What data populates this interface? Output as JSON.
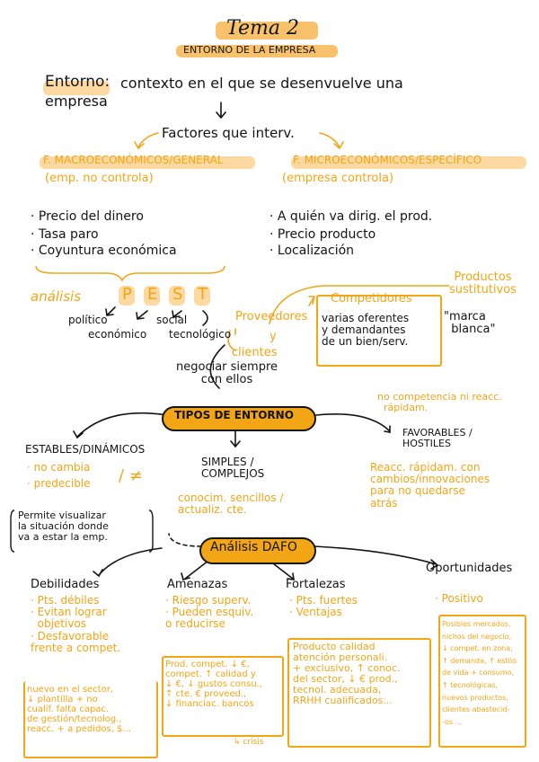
{
  "header": {
    "title": "Tema 2",
    "subtitle": "ENTORNO DE LA EMPRESA"
  },
  "definition": {
    "term": "Entorno:",
    "text": "contexto en el que se desenvuelve una",
    "text2": "empresa"
  },
  "factors": {
    "title": "Factores que interv.",
    "macro": {
      "title": "F. MACROECONÓMICOS/GENERAL",
      "sub": "(emp. no controla)",
      "items": [
        "Precio del dinero",
        "Tasa paro",
        "Coyuntura económica"
      ]
    },
    "micro": {
      "title": "F. MICROECONÓMICOS/ESPECÍFICO",
      "sub": "(empresa controla)",
      "items": [
        "A quién va dirig. el prod.",
        "Precio producto",
        "Localización"
      ]
    }
  },
  "pest": {
    "label": "análisis",
    "letters": [
      "P",
      "E",
      "S",
      "T"
    ],
    "politico": "político",
    "economico": "económico",
    "social": "social",
    "tecnologico": "tecnológico"
  },
  "micro_detail": {
    "proveedores": "Proveedores",
    "y": "y",
    "clientes": "clientes",
    "negociar": "negociar siempre\ncon ellos",
    "competidores": "Competidores",
    "competidores_text": "varias oferentes\ny demandantes\nde un bien/serv.",
    "productos": "Productos\nsustitutivos",
    "marca": "\"marca\n  blanca\""
  },
  "tipos": {
    "title": "TIPOS DE ENTORNO",
    "estables": "ESTABLES/DINÁMICOS",
    "estables_items": [
      "· no cambia",
      "· predecible"
    ],
    "neq": "/ ≠",
    "simples": "SIMPLES /\nCOMPLEJOS",
    "simples_text": "conocim. sencillos /\nactualiz. cte.",
    "favorables": "FAVORABLES /\nHOSTILES",
    "favorables_top": "no competencia ni reacc.\n  rápidam.",
    "favorables_text": "Reacc. rápidam. con\ncambios/innovaciones\npara no quedarse\natrás"
  },
  "dafo": {
    "title": "Análisis DAFO",
    "note": "Permite visualizar\nla situación donde\nva a estar la emp.",
    "debilidades": {
      "title": "Debilidades",
      "items": "· Pts. débiles\n· Evitan lograr\n  objetivos\n· Desfavorable\nfrente a compet.",
      "box": "nuevo en el sector,\n↓ plantilla + no\ncualif. falta capac.\nde gestión/tecnolog.,\nreacc. + a pedidos, $..."
    },
    "amenazas": {
      "title": "Amenazas",
      "items": "· Riesgo superv.\n· Pueden esquiv.\no reducirse",
      "box": "Prod. compet. ↓ €,\ncompet. ↑ calidad y\n↓ €, ↓ gustos consu.,\n↑ cte. € proveed.,\n↓ financiac. bancos",
      "crisis": "↳ crisis"
    },
    "fortalezas": {
      "title": "Fortalezas",
      "items": "· Pts. fuertes\n· Ventajas",
      "box": "Producto calidad\natención personali.\n+ exclusivo, ↑ conoc.\ndel sector, ↓ € prod.,\ntecnol. adecuada,\nRRHH cualificados..."
    },
    "oportunidades": {
      "title": "Oportunidades",
      "items": "· Positivo",
      "box": "Posibles mercados,\nnichos del negocio,\n↓ compet. en zona,\n↑ demanda, ↑ estilo\nde vida + consumo,\n↑ tecnológicas,\nnuevos productos,\nclientes abastecid-\n-os ..."
    }
  },
  "colors": {
    "accent": "#f2a515",
    "highlight": "#f7c26b",
    "ink": "#141414"
  }
}
